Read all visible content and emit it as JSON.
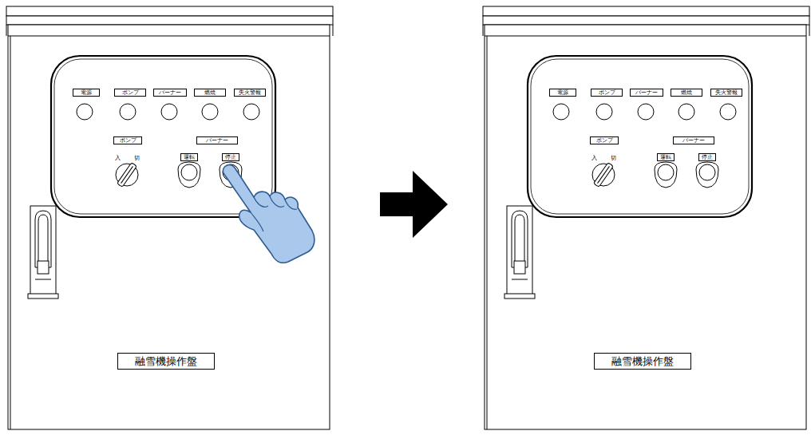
{
  "diagram": {
    "nodes": [
      {
        "text": [
          "電源"
        ]
      },
      {
        "text": [
          "ポンプ"
        ]
      },
      {
        "text": [
          "バーナー"
        ]
      },
      {
        "text": [
          "燃焼"
        ]
      },
      {
        "text": [
          "失火警報"
        ]
      },
      {
        "text": [
          "ポンプ"
        ]
      },
      {
        "text": [
          "バーナー"
        ]
      },
      {
        "text": [
          "運転"
        ]
      },
      {
        "text": [
          "停止"
        ]
      },
      {
        "text": [
          "融雪機操作盤"
        ]
      },
      {
        "text": [
          "電源"
        ]
      },
      {
        "text": [
          "ポンプ"
        ]
      },
      {
        "text": [
          "バーナー"
        ]
      },
      {
        "text": [
          "燃焼"
        ]
      },
      {
        "text": [
          "失火警報"
        ]
      },
      {
        "text": [
          "ポンプ"
        ]
      },
      {
        "text": [
          "バーナー"
        ]
      },
      {
        "text": [
          "運転"
        ]
      },
      {
        "text": [
          "停止"
        ]
      },
      {
        "text": [
          "融雪機操作盤"
        ]
      }
    ],
    "labels": [
      "入",
      "切",
      "入",
      "切"
    ]
  }
}
